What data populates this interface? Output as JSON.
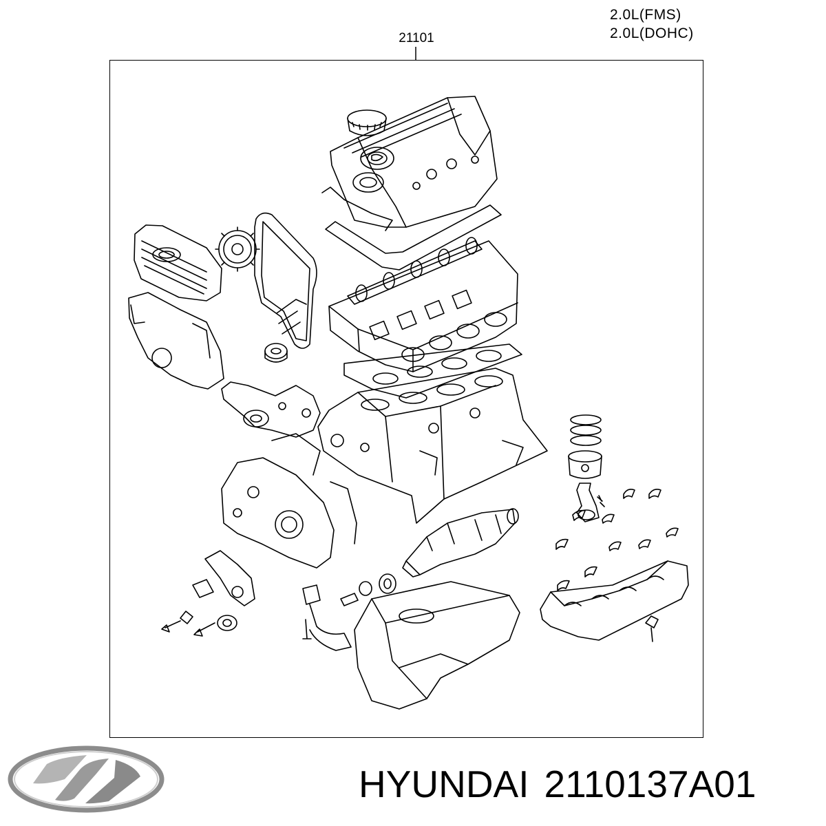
{
  "header": {
    "spec_lines": [
      "2.0L(FMS)",
      "2.0L(DOHC)"
    ],
    "callout_number": "21101"
  },
  "diagram": {
    "components": [
      "oil-filler-cap",
      "cylinder-head-cover",
      "head-cover-gasket",
      "timing-belt-cover",
      "camshaft-sprocket",
      "timing-belt",
      "timing-cover-lower",
      "crankshaft-sprocket",
      "water-pump",
      "camshaft",
      "cylinder-head",
      "cylinder-head-gasket",
      "cylinder-block",
      "oil-pump",
      "piston-rings",
      "piston",
      "connecting-rod",
      "crankshaft",
      "main-bearings",
      "main-bearing-cap-frame",
      "oil-pan",
      "oil-strainer",
      "belt-tensioner",
      "bolts"
    ]
  },
  "footer": {
    "brand": "HYUNDAI",
    "part_number": "2110137A01",
    "logo_icon": "hyundai-logo-icon"
  },
  "colors": {
    "line": "#000000",
    "background": "#ffffff",
    "logo_gray": "#8c8c8c"
  }
}
